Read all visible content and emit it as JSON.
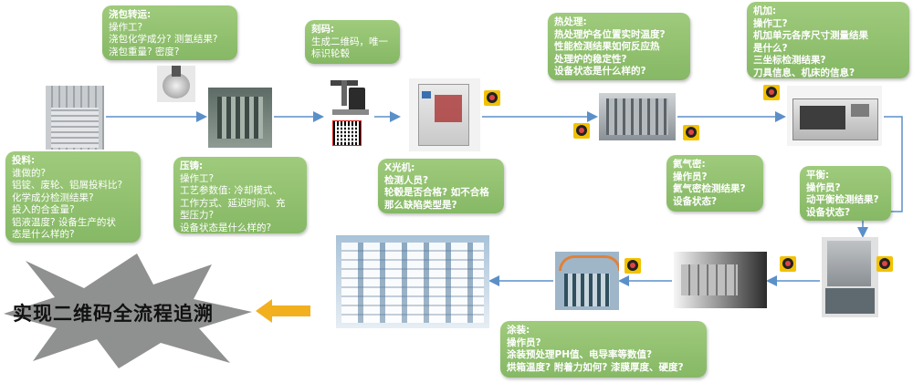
{
  "notes": {
    "pour": {
      "title": "浇包转运:",
      "lines": [
        "操作工?",
        "浇包化学成分? 测氢结果?",
        "浇包重量? 密度?"
      ]
    },
    "engrave": {
      "title": "刻码:",
      "lines": [
        "生成二维码，唯一",
        "标识轮毂"
      ]
    },
    "heat": {
      "title": "热处理:",
      "lines": [
        "热处理炉各位置实时温度?",
        "性能检测结果如何反应热",
        "处理炉的稳定性?",
        "设备状态是什么样的?"
      ]
    },
    "machining": {
      "title": "机加:",
      "lines": [
        "操作工?",
        "机加单元各序尺寸测量结果",
        "是什么?",
        "三坐标检测结果?",
        "刀具信息、机床的信息?"
      ]
    },
    "feed": {
      "title": "投料:",
      "lines": [
        "谁做的?",
        "铝锭、废轮、铝屑投料比?",
        "化学成分检测结果?",
        "投入的合金量?",
        "铝液温度? 设备生产的状",
        "态是什么样的?"
      ]
    },
    "casting": {
      "title": "压铸:",
      "lines": [
        "操作工?",
        "工艺参数值: 冷却模式、",
        "工作方式、延迟时间、充",
        "型压力?",
        "设备状态是什么样的?"
      ]
    },
    "xray": {
      "title": "X光机:",
      "lines": [
        "检测人员?",
        "轮毂是否合格? 如不合格",
        "那么缺陷类型是?"
      ]
    },
    "helium": {
      "title": "氦气密:",
      "lines": [
        "操作员?",
        "氦气密检测结果?",
        "设备状态?"
      ]
    },
    "balance": {
      "title": "平衡:",
      "lines": [
        "操作员?",
        "动平衡检测结果?",
        "设备状态?"
      ]
    },
    "coating": {
      "title": "涂装:",
      "lines": [
        "操作员?",
        "涂装预处理PH值、电导率等数值?",
        "烘箱温度? 附着力如何? 漆膜厚度、硬度?"
      ]
    }
  },
  "slogan": "实现二维码全流程追溯",
  "colors": {
    "note": "#8fbf6e",
    "arrow": "#5b8fc8",
    "slogan_arrow": "#f2b01e",
    "star": "#8f9090",
    "camera": "#f2c200"
  }
}
